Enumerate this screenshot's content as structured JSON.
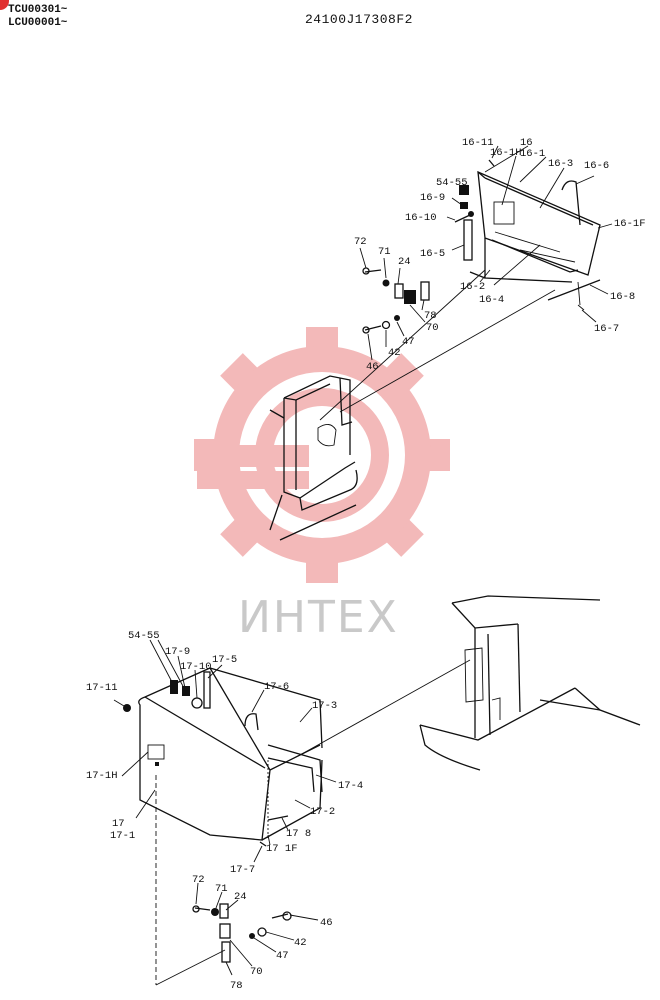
{
  "header": {
    "serial_line_1": "TCU00301~",
    "serial_line_2": "LCU00001~",
    "doc_number": "24100J17308F2"
  },
  "watermark": {
    "text": "ИНТЕХ",
    "gear_color": "#f3b9b9",
    "text_color": "#c9c9c9"
  },
  "callouts_top": {
    "c16_11": "16-11",
    "c16": "16",
    "c16_1H": "16-1H",
    "c16_1": "16-1",
    "c16_3": "16-3",
    "c16_6": "16-6",
    "c54_55": "54-55",
    "c16_9": "16-9",
    "c16_10": "16-10",
    "c16_1F": "16-1F",
    "c72": "72",
    "c71": "71",
    "c24": "24",
    "c16_5": "16-5",
    "c16_2": "16-2",
    "c16_4": "16-4",
    "c16_8": "16-8",
    "c78": "78",
    "c70": "70",
    "c47": "47",
    "c42": "42",
    "c46": "46",
    "c16_7": "16-7"
  },
  "callouts_bottom": {
    "c54_55": "54-55",
    "c17_9": "17-9",
    "c17_10": "17-10",
    "c17_5": "17-5",
    "c17_11": "17-11",
    "c17_6": "17-6",
    "c17_3": "17-3",
    "c17_1H": "17-1H",
    "c17_4": "17-4",
    "c17": "17",
    "c17_1": "17-1",
    "c17_2": "17-2",
    "c17_8": "17 8",
    "c17_1F": "17 1F",
    "c17_7": "17-7",
    "c72": "72",
    "c71": "71",
    "c24": "24",
    "c46": "46",
    "c42": "42",
    "c47": "47",
    "c70": "70",
    "c78": "78"
  }
}
